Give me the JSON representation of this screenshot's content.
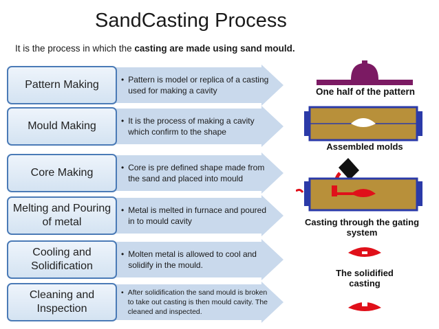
{
  "title": "SandCasting Process",
  "subtitle": {
    "pre": "It is  the process in which the ",
    "bold": "casting are made using sand mould."
  },
  "steps": [
    {
      "label": "Pattern Making",
      "desc": "Pattern is model or replica of a casting used for making a cavity"
    },
    {
      "label": "Mould Making",
      "desc": "It is the process of making a cavity which confirm to the shape"
    },
    {
      "label": "Core Making",
      "desc": "Core is pre defined shape made from the sand and placed into mould"
    },
    {
      "label": "Melting and Pouring of metal",
      "desc": "Metal is melted in furnace and poured in to mould cavity"
    },
    {
      "label": "Cooling and Solidification",
      "desc": "Molten metal is allowed to cool and solidify in the mould."
    },
    {
      "label": "Cleaning and Inspection",
      "desc": "After solidification the sand mould is broken to take out casting is then mould cavity. The cleaned and inspected."
    }
  ],
  "captions": {
    "pattern": "One half of the pattern",
    "assembled": "Assembled molds",
    "gating_line1": "Casting through the gating",
    "gating_line2": "system",
    "solid_line1": "The solidified",
    "solid_line2": "casting"
  },
  "colors": {
    "box_border": "#4a7ab6",
    "arrow_fill": "#c9d9ec",
    "pattern_purple": "#7b1a63",
    "mold_brown": "#b8903a",
    "mold_blue": "#2b3aa8",
    "metal_red": "#e0101a"
  }
}
